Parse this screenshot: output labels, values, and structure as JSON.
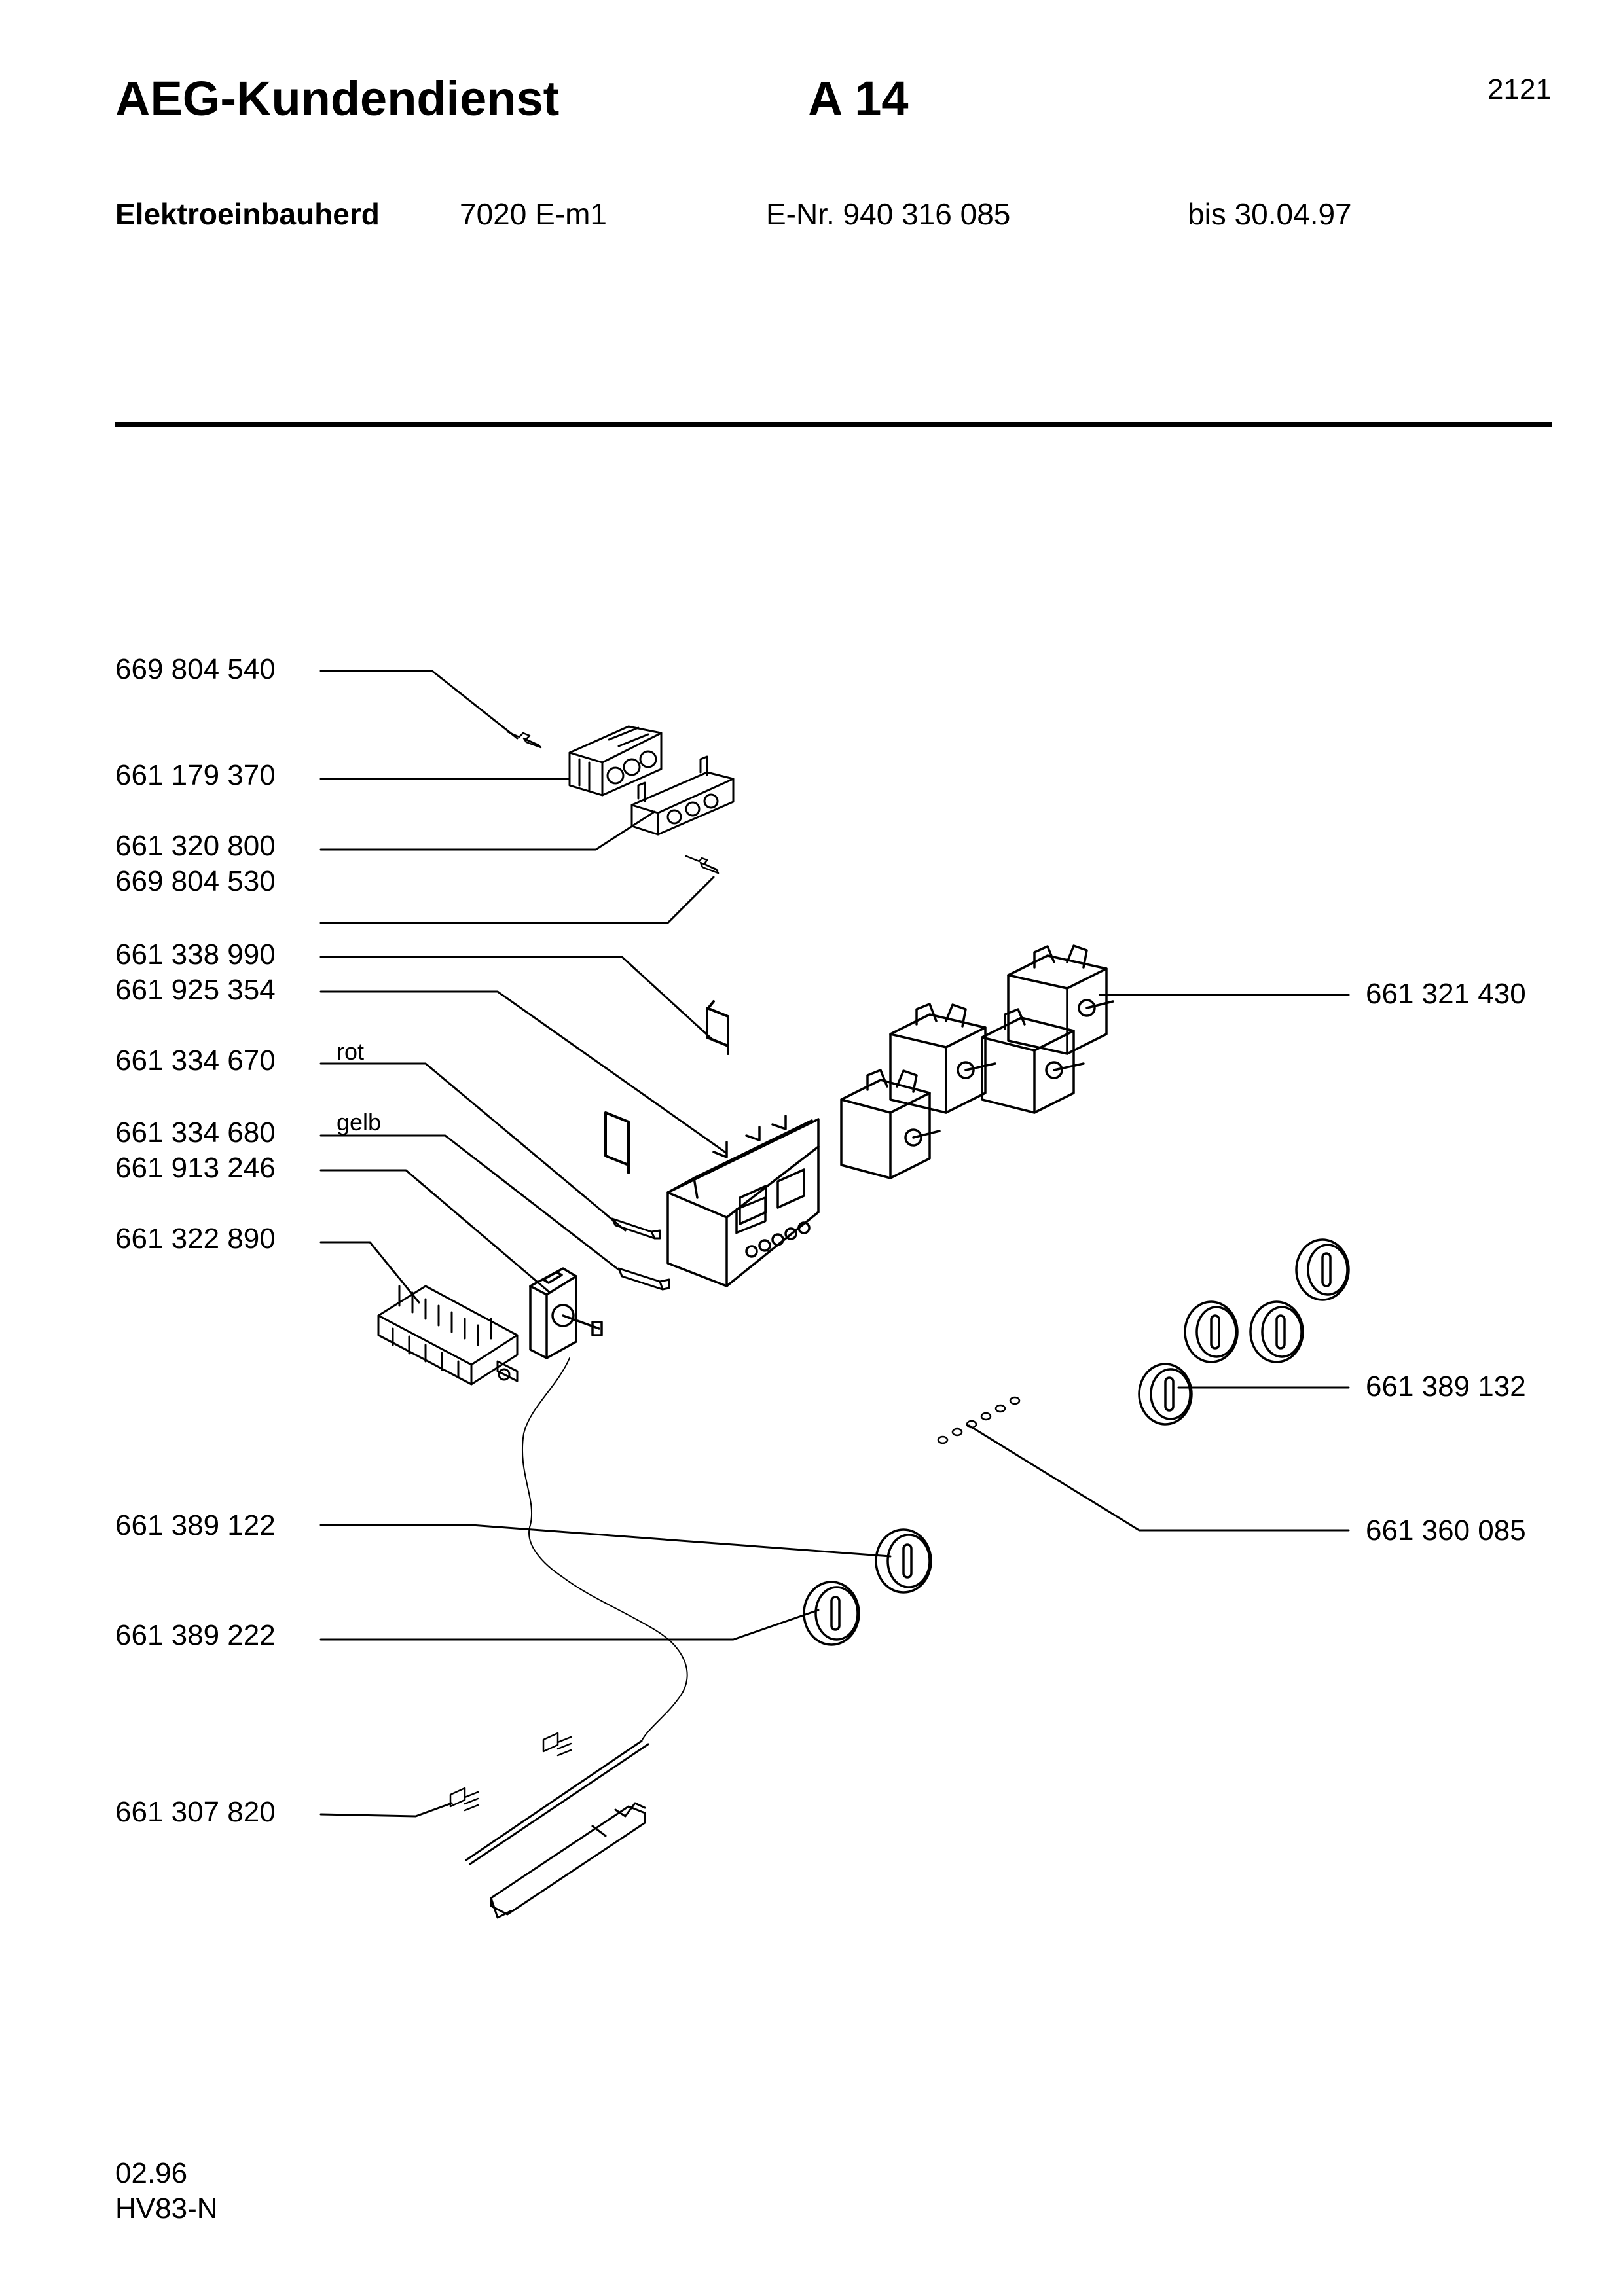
{
  "header": {
    "company": "AEG-Kundendienst",
    "code": "A 14",
    "page_number": "2121"
  },
  "product": {
    "type": "Elektroeinbauherd",
    "model": "7020 E-m1",
    "enr": "E-Nr. 940 316 085",
    "validity": "bis 30.04.97"
  },
  "parts_left": [
    {
      "id": "669 804 540"
    },
    {
      "id": "661 179 370"
    },
    {
      "id": "661 320 800"
    },
    {
      "id": "669 804 530"
    },
    {
      "id": "661 338 990"
    },
    {
      "id": "661 925 354"
    },
    {
      "id": "661 334 670",
      "note": "rot"
    },
    {
      "id": "661 334 680",
      "note": "gelb"
    },
    {
      "id": "661 913 246"
    },
    {
      "id": "661 322 890"
    },
    {
      "id": "661 389 122"
    },
    {
      "id": "661 389 222"
    },
    {
      "id": "661 307 820"
    }
  ],
  "parts_right": [
    {
      "id": "661 321 430"
    },
    {
      "id": "661 389 132"
    },
    {
      "id": "661 360 085"
    }
  ],
  "footer": {
    "date": "02.96",
    "ref": "HV83-N"
  }
}
